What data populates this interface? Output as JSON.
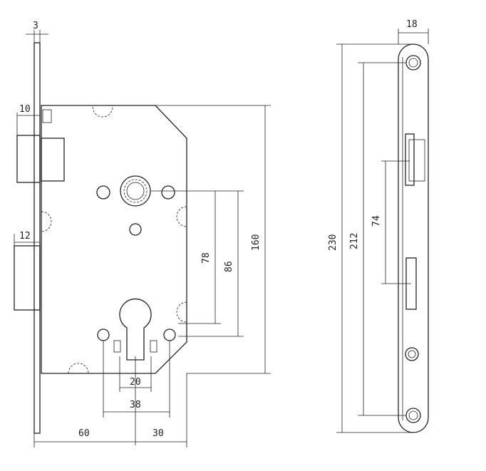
{
  "dimensions": {
    "faceplate_thickness": "3",
    "latch_projection": "10",
    "bolt_projection": "12",
    "backset": "60",
    "case_depth_right": "30",
    "spindle_to_cylinder": "78",
    "spindle_to_lower_hole": "86",
    "case_height": "160",
    "cylinder_center": "20",
    "hole_spacing": "38",
    "forend_width": "18",
    "forend_length": "230",
    "forend_screw_spacing": "212",
    "latch_to_bolt": "74"
  }
}
